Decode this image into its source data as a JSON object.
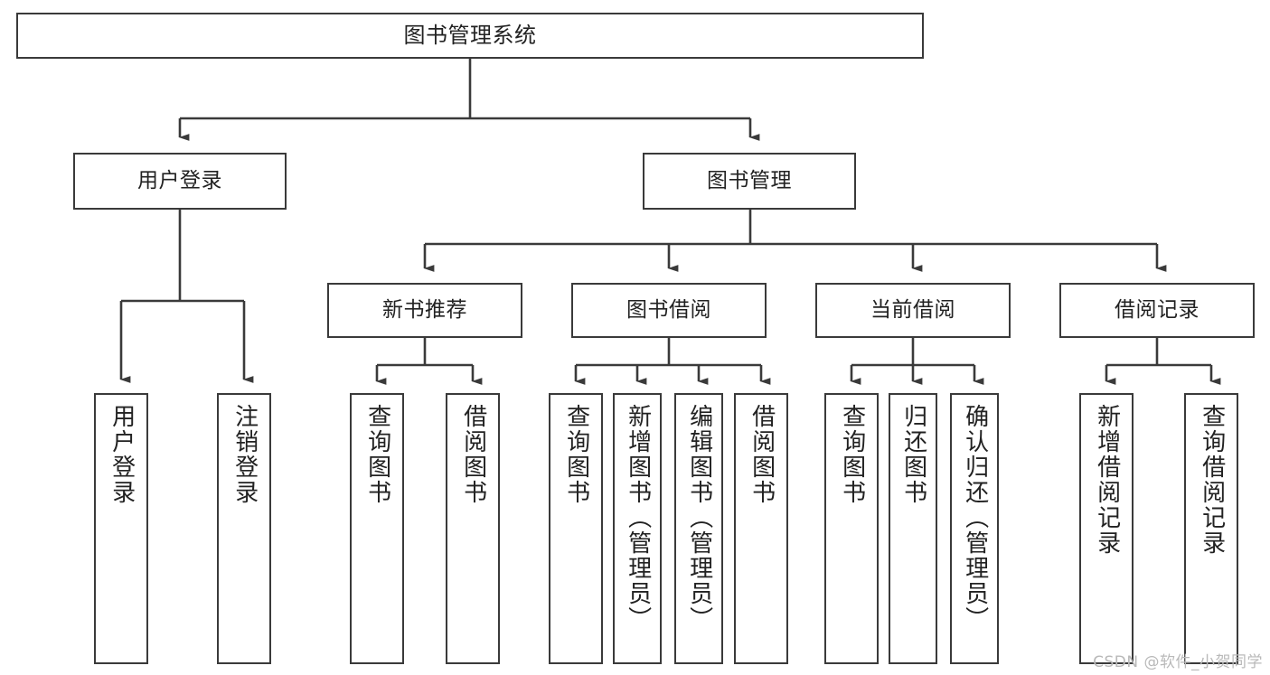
{
  "diagram": {
    "title": "图书管理系统",
    "type": "hierarchy-tree",
    "watermark": "CSDN @软件_小贺同学",
    "colors": {
      "box_border": "#3a3a3a",
      "box_fill": "#ffffff",
      "line": "#3a3a3a",
      "text": "#222222",
      "watermark": "#b9b9b9"
    },
    "levels": {
      "root": {
        "label": "图书管理系统"
      },
      "level2": [
        {
          "id": "user-login",
          "label": "用户登录"
        },
        {
          "id": "book-manage",
          "label": "图书管理"
        }
      ],
      "level3": [
        {
          "id": "new-book-rec",
          "label": "新书推荐"
        },
        {
          "id": "book-borrow",
          "label": "图书借阅"
        },
        {
          "id": "current-borrow",
          "label": "当前借阅"
        },
        {
          "id": "borrow-record",
          "label": "借阅记录"
        }
      ],
      "leaves": {
        "user-login": [
          {
            "id": "leaf-user-login",
            "label": "用户登录"
          },
          {
            "id": "leaf-user-logout",
            "label": "注销登录"
          }
        ],
        "new-book-rec": [
          {
            "id": "leaf-query-book-1",
            "label": "查询图书"
          },
          {
            "id": "leaf-borrow-book-1",
            "label": "借阅图书"
          }
        ],
        "book-borrow": [
          {
            "id": "leaf-query-book-2",
            "label": "查询图书"
          },
          {
            "id": "leaf-add-book",
            "label": "新增图书（管理员）"
          },
          {
            "id": "leaf-edit-book",
            "label": "编辑图书（管理员）"
          },
          {
            "id": "leaf-borrow-book-2",
            "label": "借阅图书"
          }
        ],
        "current-borrow": [
          {
            "id": "leaf-query-book-3",
            "label": "查询图书"
          },
          {
            "id": "leaf-return-book",
            "label": "归还图书"
          },
          {
            "id": "leaf-confirm-return",
            "label": "确认归还（管理员）"
          }
        ],
        "borrow-record": [
          {
            "id": "leaf-add-record",
            "label": "新增借阅记录"
          },
          {
            "id": "leaf-query-record",
            "label": "查询借阅记录"
          }
        ]
      }
    }
  }
}
